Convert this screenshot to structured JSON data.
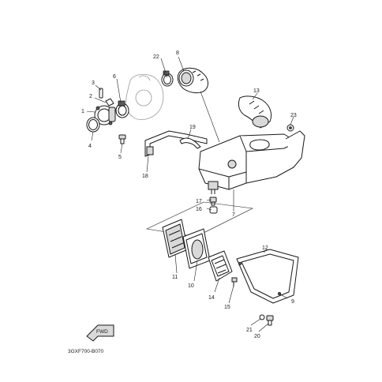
{
  "diagram": {
    "callouts": {
      "c1": "1",
      "c2": "2",
      "c3": "3",
      "c4": "4",
      "c5": "5",
      "c6": "6",
      "c7": "7",
      "c8": "8",
      "c9": "9",
      "c10": "10",
      "c11": "11",
      "c12": "12",
      "c13": "13",
      "c14": "14",
      "c15": "15",
      "c16": "16",
      "c17": "17",
      "c18": "18",
      "c19": "19",
      "c20": "20",
      "c21": "21",
      "c22": "22",
      "c23": "23"
    },
    "fwd_label": "FWD",
    "code": "3GXF700-B070",
    "colors": {
      "line": "#1a1a1a",
      "ghost": "#9a9a9a",
      "shade": "#d9d9d9"
    }
  }
}
